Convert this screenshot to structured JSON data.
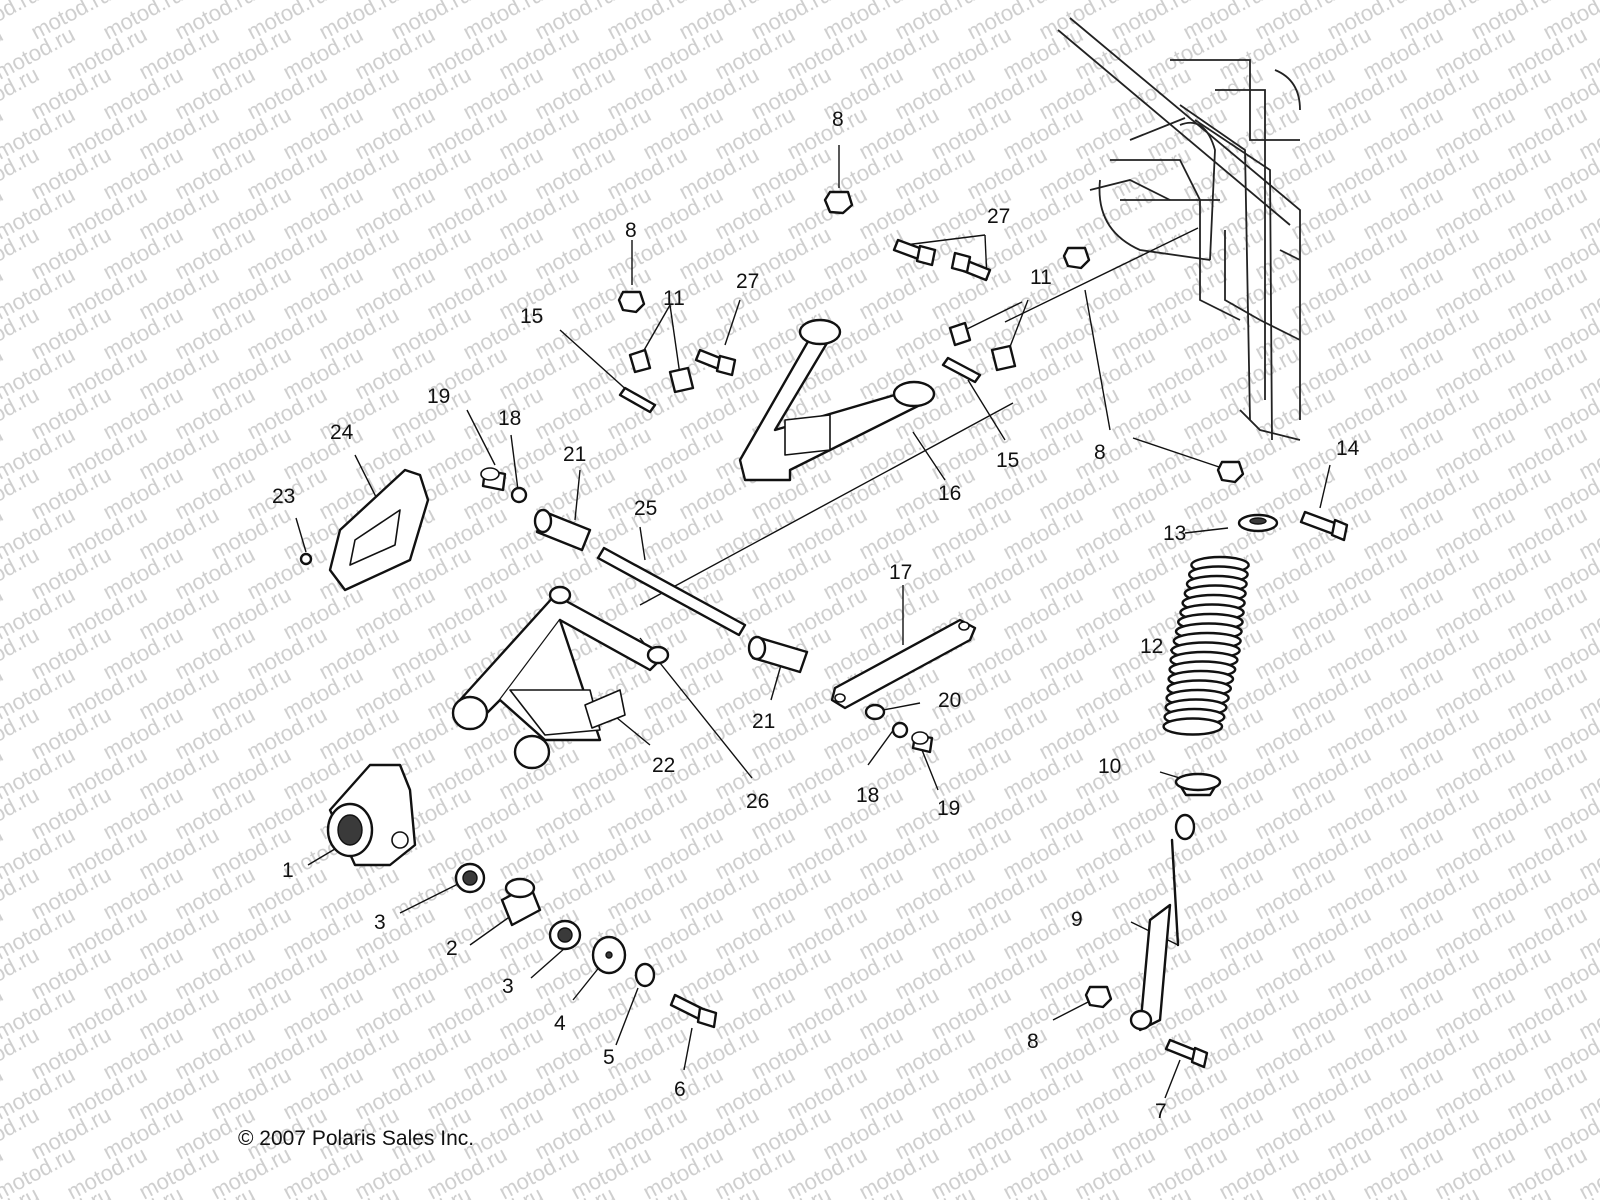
{
  "watermark_text": "motod.ru",
  "copyright": "© 2007 Polaris Sales Inc.",
  "callouts": {
    "c1": "1",
    "c2": "2",
    "c3a": "3",
    "c3b": "3",
    "c4": "4",
    "c5": "5",
    "c6": "6",
    "c7": "7",
    "c8a": "8",
    "c8b": "8",
    "c8c": "8",
    "c8d": "8",
    "c9": "9",
    "c10": "10",
    "c11a": "11",
    "c11b": "11",
    "c12": "12",
    "c13": "13",
    "c14": "14",
    "c15a": "15",
    "c15b": "15",
    "c16": "16",
    "c17": "17",
    "c18a": "18",
    "c18b": "18",
    "c19a": "19",
    "c19b": "19",
    "c20": "20",
    "c21a": "21",
    "c21b": "21",
    "c22": "22",
    "c23": "23",
    "c24": "24",
    "c25": "25",
    "c26": "26",
    "c27a": "27",
    "c27b": "27"
  }
}
